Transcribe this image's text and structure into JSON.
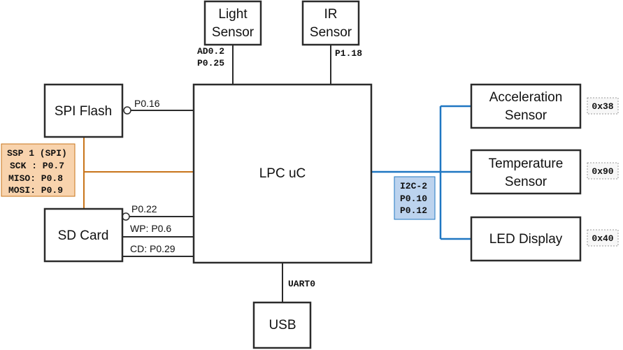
{
  "blocks": {
    "mcu": "LPC uC",
    "light_sensor": [
      "Light",
      "Sensor"
    ],
    "ir_sensor": [
      "IR",
      "Sensor"
    ],
    "spi_flash": "SPI Flash",
    "sd_card": "SD Card",
    "usb": "USB",
    "accel": [
      "Acceleration",
      "Sensor"
    ],
    "temp": [
      "Temperature",
      "Sensor"
    ],
    "led": "LED Display"
  },
  "pins": {
    "light": [
      "AD0.2",
      "P0.25"
    ],
    "ir": "P1.18",
    "spi_flash": "P0.16",
    "sd_cs": "P0.22",
    "sd_wp": "WP: P0.6",
    "sd_cd": "CD: P0.29",
    "uart": "UART0"
  },
  "spi_bus": [
    "SSP 1 (SPI)",
    "SCK : P0.7",
    "MISO: P0.8",
    "MOSI: P0.9"
  ],
  "i2c_bus": [
    "I2C-2",
    "P0.10",
    "P0.12"
  ],
  "addresses": {
    "accel": "0x38",
    "temp": "0x90",
    "led": "0x40"
  },
  "colors": {
    "spi": "#c8741a",
    "spi_fill": "#f8d3ad",
    "i2c": "#1f77c2",
    "i2c_fill": "#bcd3ee"
  }
}
